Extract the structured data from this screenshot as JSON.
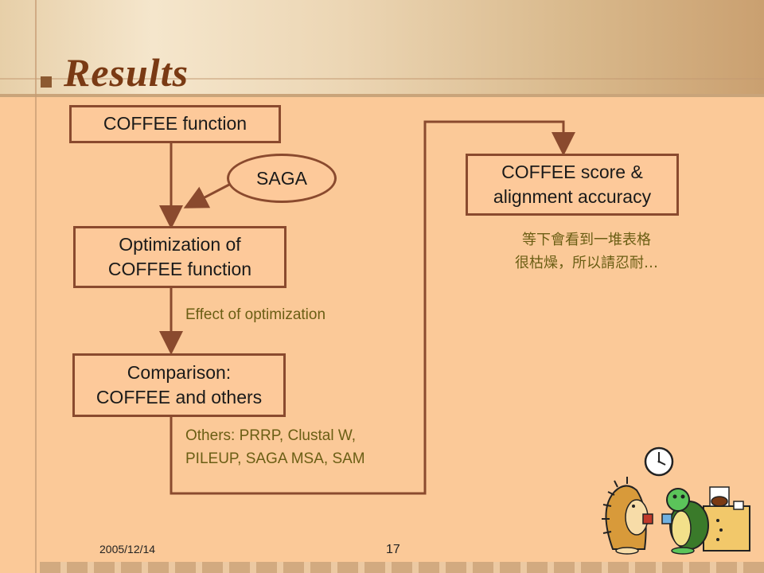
{
  "slide": {
    "title": "Results",
    "date": "2005/12/14",
    "page_number": "17"
  },
  "diagram": {
    "nodes": {
      "coffee_function": "COFFEE function",
      "saga": "SAGA",
      "optimization_line1": "Optimization of",
      "optimization_line2": "COFFEE function",
      "comparison_line1": "Comparison:",
      "comparison_line2": "COFFEE and others",
      "score_line1": "COFFEE score &",
      "score_line2": "alignment accuracy"
    },
    "annotations": {
      "effect": "Effect of optimization",
      "others_line1": "Others: PRRP, Clustal W,",
      "others_line2": "PILEUP, SAGA MSA, SAM"
    },
    "remark": {
      "line1": "等下會看到一堆表格",
      "line2": "很枯燥，所以請忍耐…"
    }
  },
  "colors": {
    "background": "#fbc998",
    "box_border": "#8a4a2e",
    "title": "#7a3a14",
    "annotation_text": "#6b5e14"
  },
  "icons": [
    "clock-icon",
    "hedgehog-illustration",
    "turtle-illustration",
    "coffee-maker-illustration"
  ]
}
